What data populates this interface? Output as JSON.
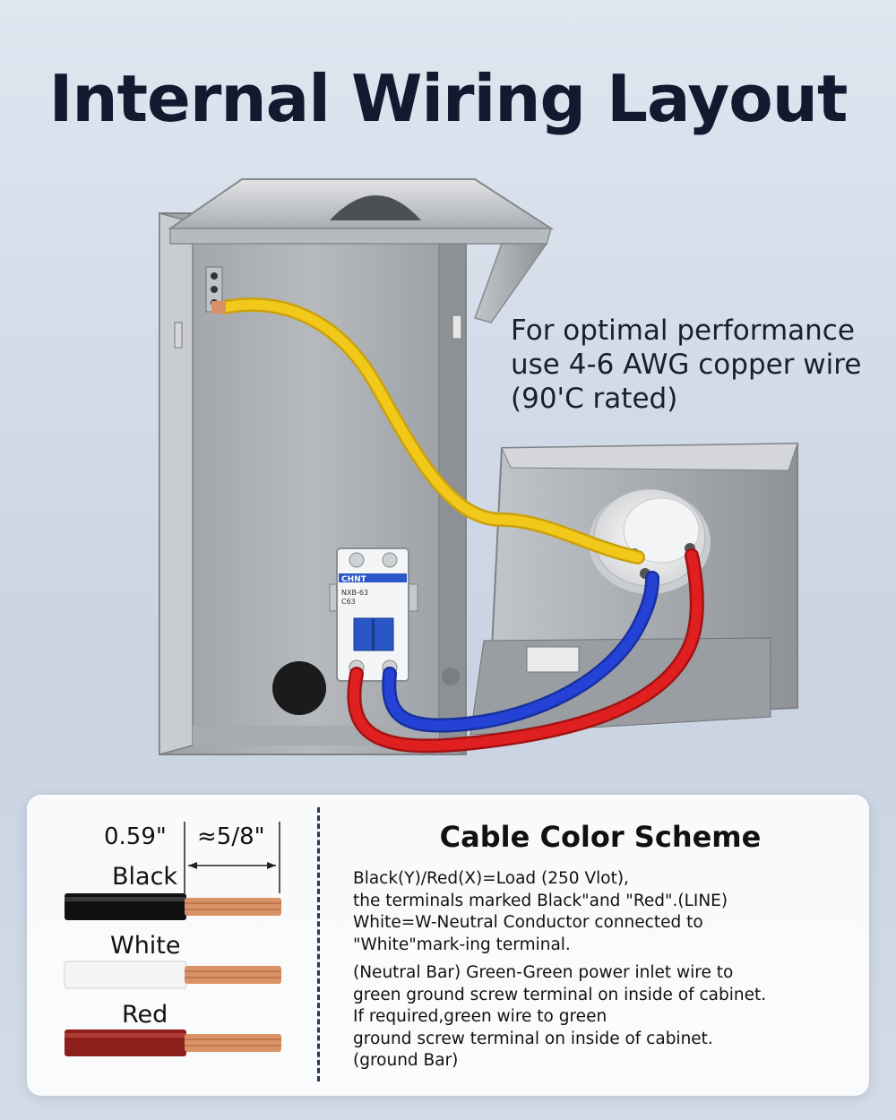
{
  "title": "Internal Wiring Layout",
  "note": {
    "lines": [
      "For optimal performance",
      "use 4-6 AWG copper wire",
      "(90'C rated)"
    ]
  },
  "breaker": {
    "brand": "CHNT",
    "model": "NXB-63",
    "rating": "C63"
  },
  "cable_diagram": {
    "dimension_insulation": "0.59\"",
    "dimension_strip": "≈5/8\"",
    "wires": [
      {
        "label": "Black",
        "color": "#111111"
      },
      {
        "label": "White",
        "color": "#f4f4f4"
      },
      {
        "label": "Red",
        "color": "#8c1f1c"
      }
    ]
  },
  "scheme": {
    "title": "Cable Color Scheme",
    "paragraph1": [
      "Black(Y)/Red(X)=Load (250 Vlot),",
      "the terminals marked Black\"and \"Red\".(LINE)",
      "White=W-Neutral Conductor connected to",
      "\"White\"mark-ing terminal."
    ],
    "paragraph2": [
      "(Neutral Bar) Green-Green power inlet wire to",
      "green ground screw terminal on inside of cabinet.",
      "If required,green wire to green",
      "ground screw terminal on inside of cabinet.",
      "(ground Bar)"
    ]
  },
  "colors": {
    "yellow_wire": "#f2c81a",
    "blue_wire": "#2443d6",
    "red_wire": "#e02020",
    "copper": "#d99166",
    "breaker_blue": "#2a56c8"
  }
}
